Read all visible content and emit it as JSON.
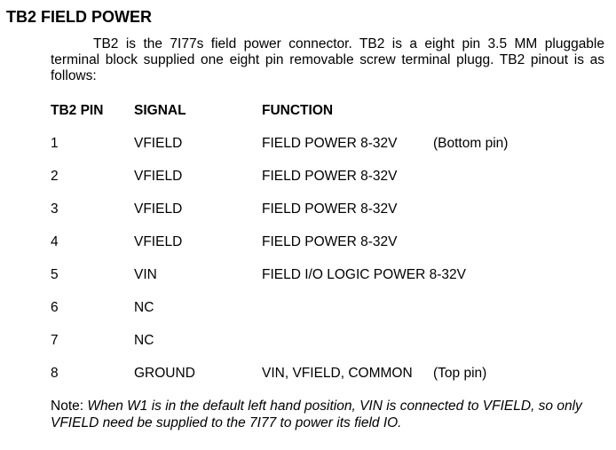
{
  "section": {
    "title": "TB2 FIELD POWER",
    "intro": "TB2 is the 7I77s field power connector.  TB2 is a eight pin 3.5 MM pluggable terminal block supplied one eight pin removable screw terminal plugg. TB2 pinout is as follows:"
  },
  "table": {
    "headers": {
      "pin": "TB2 PIN",
      "signal": "SIGNAL",
      "function": "FUNCTION"
    },
    "rows": [
      {
        "pin": "1",
        "signal": "VFIELD",
        "function": "FIELD POWER 8-32V",
        "note": "(Bottom pin)"
      },
      {
        "pin": "2",
        "signal": "VFIELD",
        "function": "FIELD POWER 8-32V",
        "note": ""
      },
      {
        "pin": "3",
        "signal": "VFIELD",
        "function": "FIELD POWER 8-32V",
        "note": ""
      },
      {
        "pin": "4",
        "signal": "VFIELD",
        "function": "FIELD POWER 8-32V",
        "note": ""
      },
      {
        "pin": "5",
        "signal": "VIN",
        "function": "FIELD I/O LOGIC POWER 8-32V",
        "note": ""
      },
      {
        "pin": "6",
        "signal": "NC",
        "function": "",
        "note": ""
      },
      {
        "pin": "7",
        "signal": "NC",
        "function": "",
        "note": ""
      },
      {
        "pin": "8",
        "signal": "GROUND",
        "function": "VIN, VFIELD, COMMON",
        "note": "(Top pin)"
      }
    ]
  },
  "footnote": {
    "label": "Note: ",
    "text": "When W1 is in the default left hand position, VIN is connected to VFIELD, so only VFIELD need be supplied to the 7I77 to power its field IO."
  }
}
